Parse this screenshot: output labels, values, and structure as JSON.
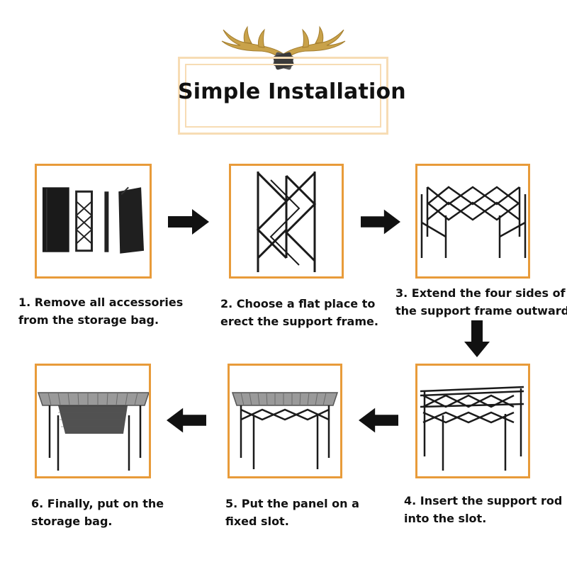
{
  "title": "Simple Installation",
  "steps": [
    {
      "caption_line1": "1. Remove all accessories",
      "caption_line2": "from the storage bag."
    },
    {
      "caption_line1": "2. Choose a flat place to",
      "caption_line2": "erect the support frame."
    },
    {
      "caption_line1": "3. Extend the four sides of",
      "caption_line2": "the support frame outward."
    },
    {
      "caption_line1": "4. Insert the support rod",
      "caption_line2": "into the slot."
    },
    {
      "caption_line1": "5. Put the panel on a",
      "caption_line2": "fixed slot."
    },
    {
      "caption_line1": "6. Finally, put on the",
      "caption_line2": "storage bag."
    }
  ],
  "colors": {
    "box_border": "#e89b3a",
    "title_frame": "#f7dcb4",
    "antler": "#c9a24a"
  }
}
